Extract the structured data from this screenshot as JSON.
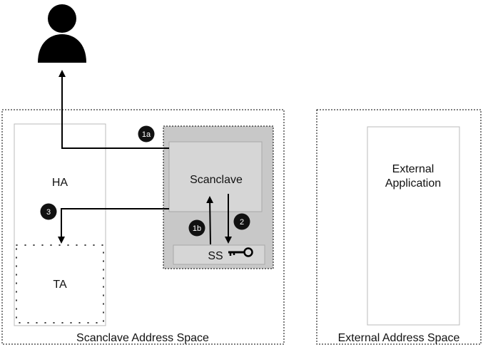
{
  "regions": {
    "scanclave_space_label": "Scanclave Address Space",
    "external_space_label": "External Address Space"
  },
  "components": {
    "ha": "HA",
    "ta": "TA",
    "scanclave": "Scanclave",
    "ss": "SS",
    "external_app_line1": "External",
    "external_app_line2": "Application"
  },
  "steps": {
    "s1a": "1a",
    "s1b": "1b",
    "s2": "2",
    "s3": "3"
  },
  "icons": {
    "user": "user-icon",
    "key": "key-icon"
  },
  "colors": {
    "enclave_fill": "#c8c8c8",
    "inner_fill": "#d6d6d6",
    "badge_fill": "#111111"
  }
}
